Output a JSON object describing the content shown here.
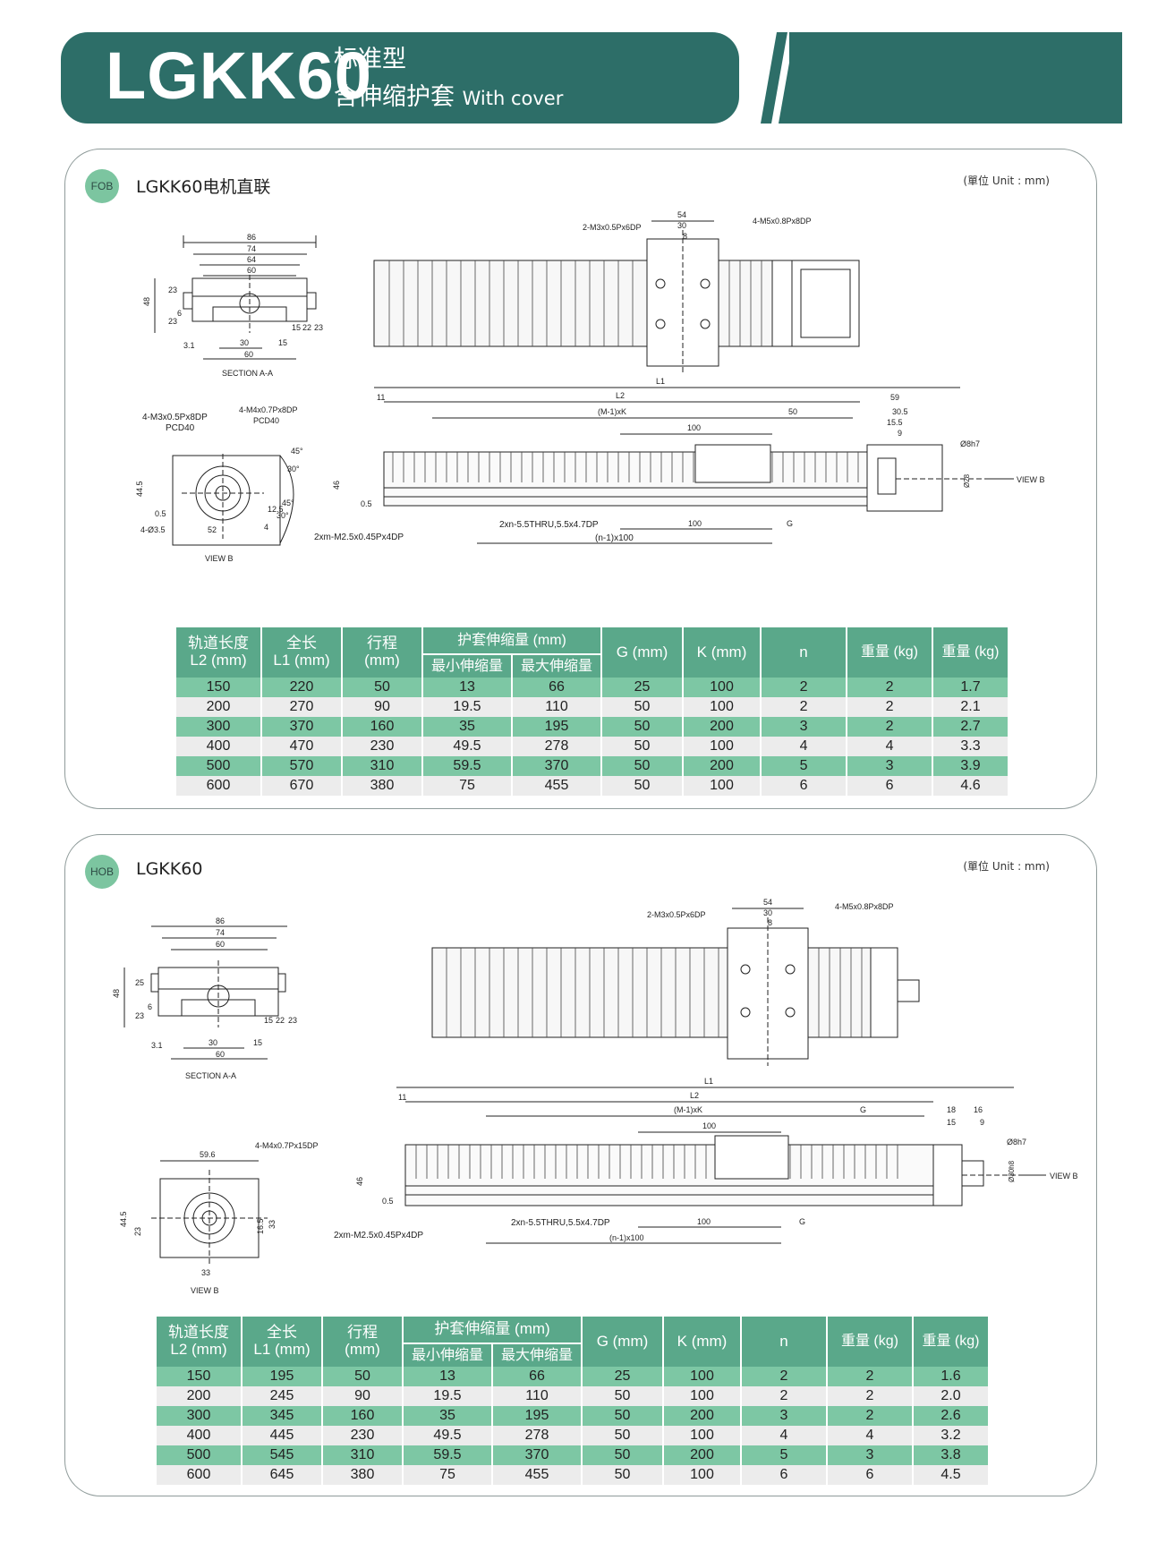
{
  "header": {
    "model": "LGKK60",
    "subtitle_line1": "标准型",
    "subtitle_line2": "含伸缩护套",
    "subtitle_en": "With cover"
  },
  "unit_note": "(單位 Unit : mm)",
  "sections": [
    {
      "badge": "FOB",
      "title": "LGKK60电机直联",
      "drawing_labels": {
        "section": "SECTION A-A",
        "view": "VIEW B",
        "view_b_ref": "VIEW B",
        "sec_dims": [
          "86",
          "74",
          "64",
          "60",
          "48",
          "23",
          "23",
          "6",
          "15",
          "22",
          "23",
          "3.1",
          "30",
          "60",
          "15"
        ],
        "top_dims": [
          "54",
          "30",
          "8"
        ],
        "top_callout_left": "2-M3x0.5Px6DP",
        "top_callout_right": "4-M5x0.8Px8DP",
        "view_callout_left": "4-M3x0.5Px8DP",
        "view_pcd_left": "PCD40",
        "view_callout_right": "4-M4x0.7Px8DP",
        "view_pcd_right": "PCD40",
        "view_dims": [
          "44.5",
          "0.5",
          "4-Ø3.5",
          "52",
          "12.5",
          "4",
          "45°",
          "30°",
          "45°",
          "30°"
        ],
        "side_dims": [
          "L1",
          "L2",
          "11",
          "59",
          "(M-1)xK",
          "50",
          "100",
          "30.5",
          "15.5",
          "9",
          "Ø8h7",
          "Ø28",
          "46",
          "0.5",
          "2xn-5.5THRU,5.5x4.7DP",
          "100",
          "G",
          "2xm-M2.5x0.45Px4DP",
          "(n-1)x100"
        ]
      },
      "table": {
        "headers": {
          "l2": [
            "轨道长度",
            "L2 (mm)"
          ],
          "l1": [
            "全长",
            "L1 (mm)"
          ],
          "stroke": [
            "行程",
            "(mm)"
          ],
          "cover": "护套伸缩量 (mm)",
          "cover_min": "最小伸缩量",
          "cover_max": "最大伸缩量",
          "g": "G (mm)",
          "k": "K (mm)",
          "n": "n",
          "w1": "重量 (kg)",
          "w2": "重量 (kg)"
        },
        "rows": [
          [
            "150",
            "220",
            "50",
            "13",
            "66",
            "25",
            "100",
            "2",
            "2",
            "1.7"
          ],
          [
            "200",
            "270",
            "90",
            "19.5",
            "110",
            "50",
            "100",
            "2",
            "2",
            "2.1"
          ],
          [
            "300",
            "370",
            "160",
            "35",
            "195",
            "50",
            "200",
            "3",
            "2",
            "2.7"
          ],
          [
            "400",
            "470",
            "230",
            "49.5",
            "278",
            "50",
            "100",
            "4",
            "4",
            "3.3"
          ],
          [
            "500",
            "570",
            "310",
            "59.5",
            "370",
            "50",
            "200",
            "5",
            "3",
            "3.9"
          ],
          [
            "600",
            "670",
            "380",
            "75",
            "455",
            "50",
            "100",
            "6",
            "6",
            "4.6"
          ]
        ]
      }
    },
    {
      "badge": "HOB",
      "title": "LGKK60",
      "drawing_labels": {
        "section": "SECTION A-A",
        "view": "VIEW B",
        "view_b_ref": "VIEW B",
        "sec_dims": [
          "86",
          "74",
          "60",
          "48",
          "25",
          "23",
          "6",
          "15",
          "22",
          "23",
          "3.1",
          "30",
          "60",
          "15"
        ],
        "top_dims": [
          "54",
          "30",
          "8"
        ],
        "top_callout_left": "2-M3x0.5Px6DP",
        "top_callout_right": "4-M5x0.8Px8DP",
        "view_callout": "4-M4x0.7Px15DP",
        "view_dims": [
          "59.6",
          "44.5",
          "23",
          "16.5",
          "33",
          "33"
        ],
        "side_dims": [
          "L1",
          "L2",
          "11",
          "(M-1)xK",
          "G",
          "18",
          "16",
          "15",
          "9",
          "100",
          "Ø8h7",
          "Ø30h8",
          "46",
          "0.5",
          "2xn-5.5THRU,5.5x4.7DP",
          "100",
          "G",
          "2xm-M2.5x0.45Px4DP",
          "(n-1)x100"
        ]
      },
      "table": {
        "headers": {
          "l2": [
            "轨道长度",
            "L2 (mm)"
          ],
          "l1": [
            "全长",
            "L1 (mm)"
          ],
          "stroke": [
            "行程",
            "(mm)"
          ],
          "cover": "护套伸缩量 (mm)",
          "cover_min": "最小伸缩量",
          "cover_max": "最大伸缩量",
          "g": "G (mm)",
          "k": "K (mm)",
          "n": "n",
          "w1": "重量 (kg)",
          "w2": "重量 (kg)"
        },
        "rows": [
          [
            "150",
            "195",
            "50",
            "13",
            "66",
            "25",
            "100",
            "2",
            "2",
            "1.6"
          ],
          [
            "200",
            "245",
            "90",
            "19.5",
            "110",
            "50",
            "100",
            "2",
            "2",
            "2.0"
          ],
          [
            "300",
            "345",
            "160",
            "35",
            "195",
            "50",
            "200",
            "3",
            "2",
            "2.6"
          ],
          [
            "400",
            "445",
            "230",
            "49.5",
            "278",
            "50",
            "100",
            "4",
            "4",
            "3.2"
          ],
          [
            "500",
            "545",
            "310",
            "59.5",
            "370",
            "50",
            "200",
            "5",
            "3",
            "3.8"
          ],
          [
            "600",
            "645",
            "380",
            "75",
            "455",
            "50",
            "100",
            "6",
            "6",
            "4.5"
          ]
        ]
      }
    }
  ],
  "colors": {
    "brand": "#2d6e68",
    "accent": "#5aa88a",
    "row_green": "#7dc7a4",
    "row_grey": "#ececec"
  }
}
